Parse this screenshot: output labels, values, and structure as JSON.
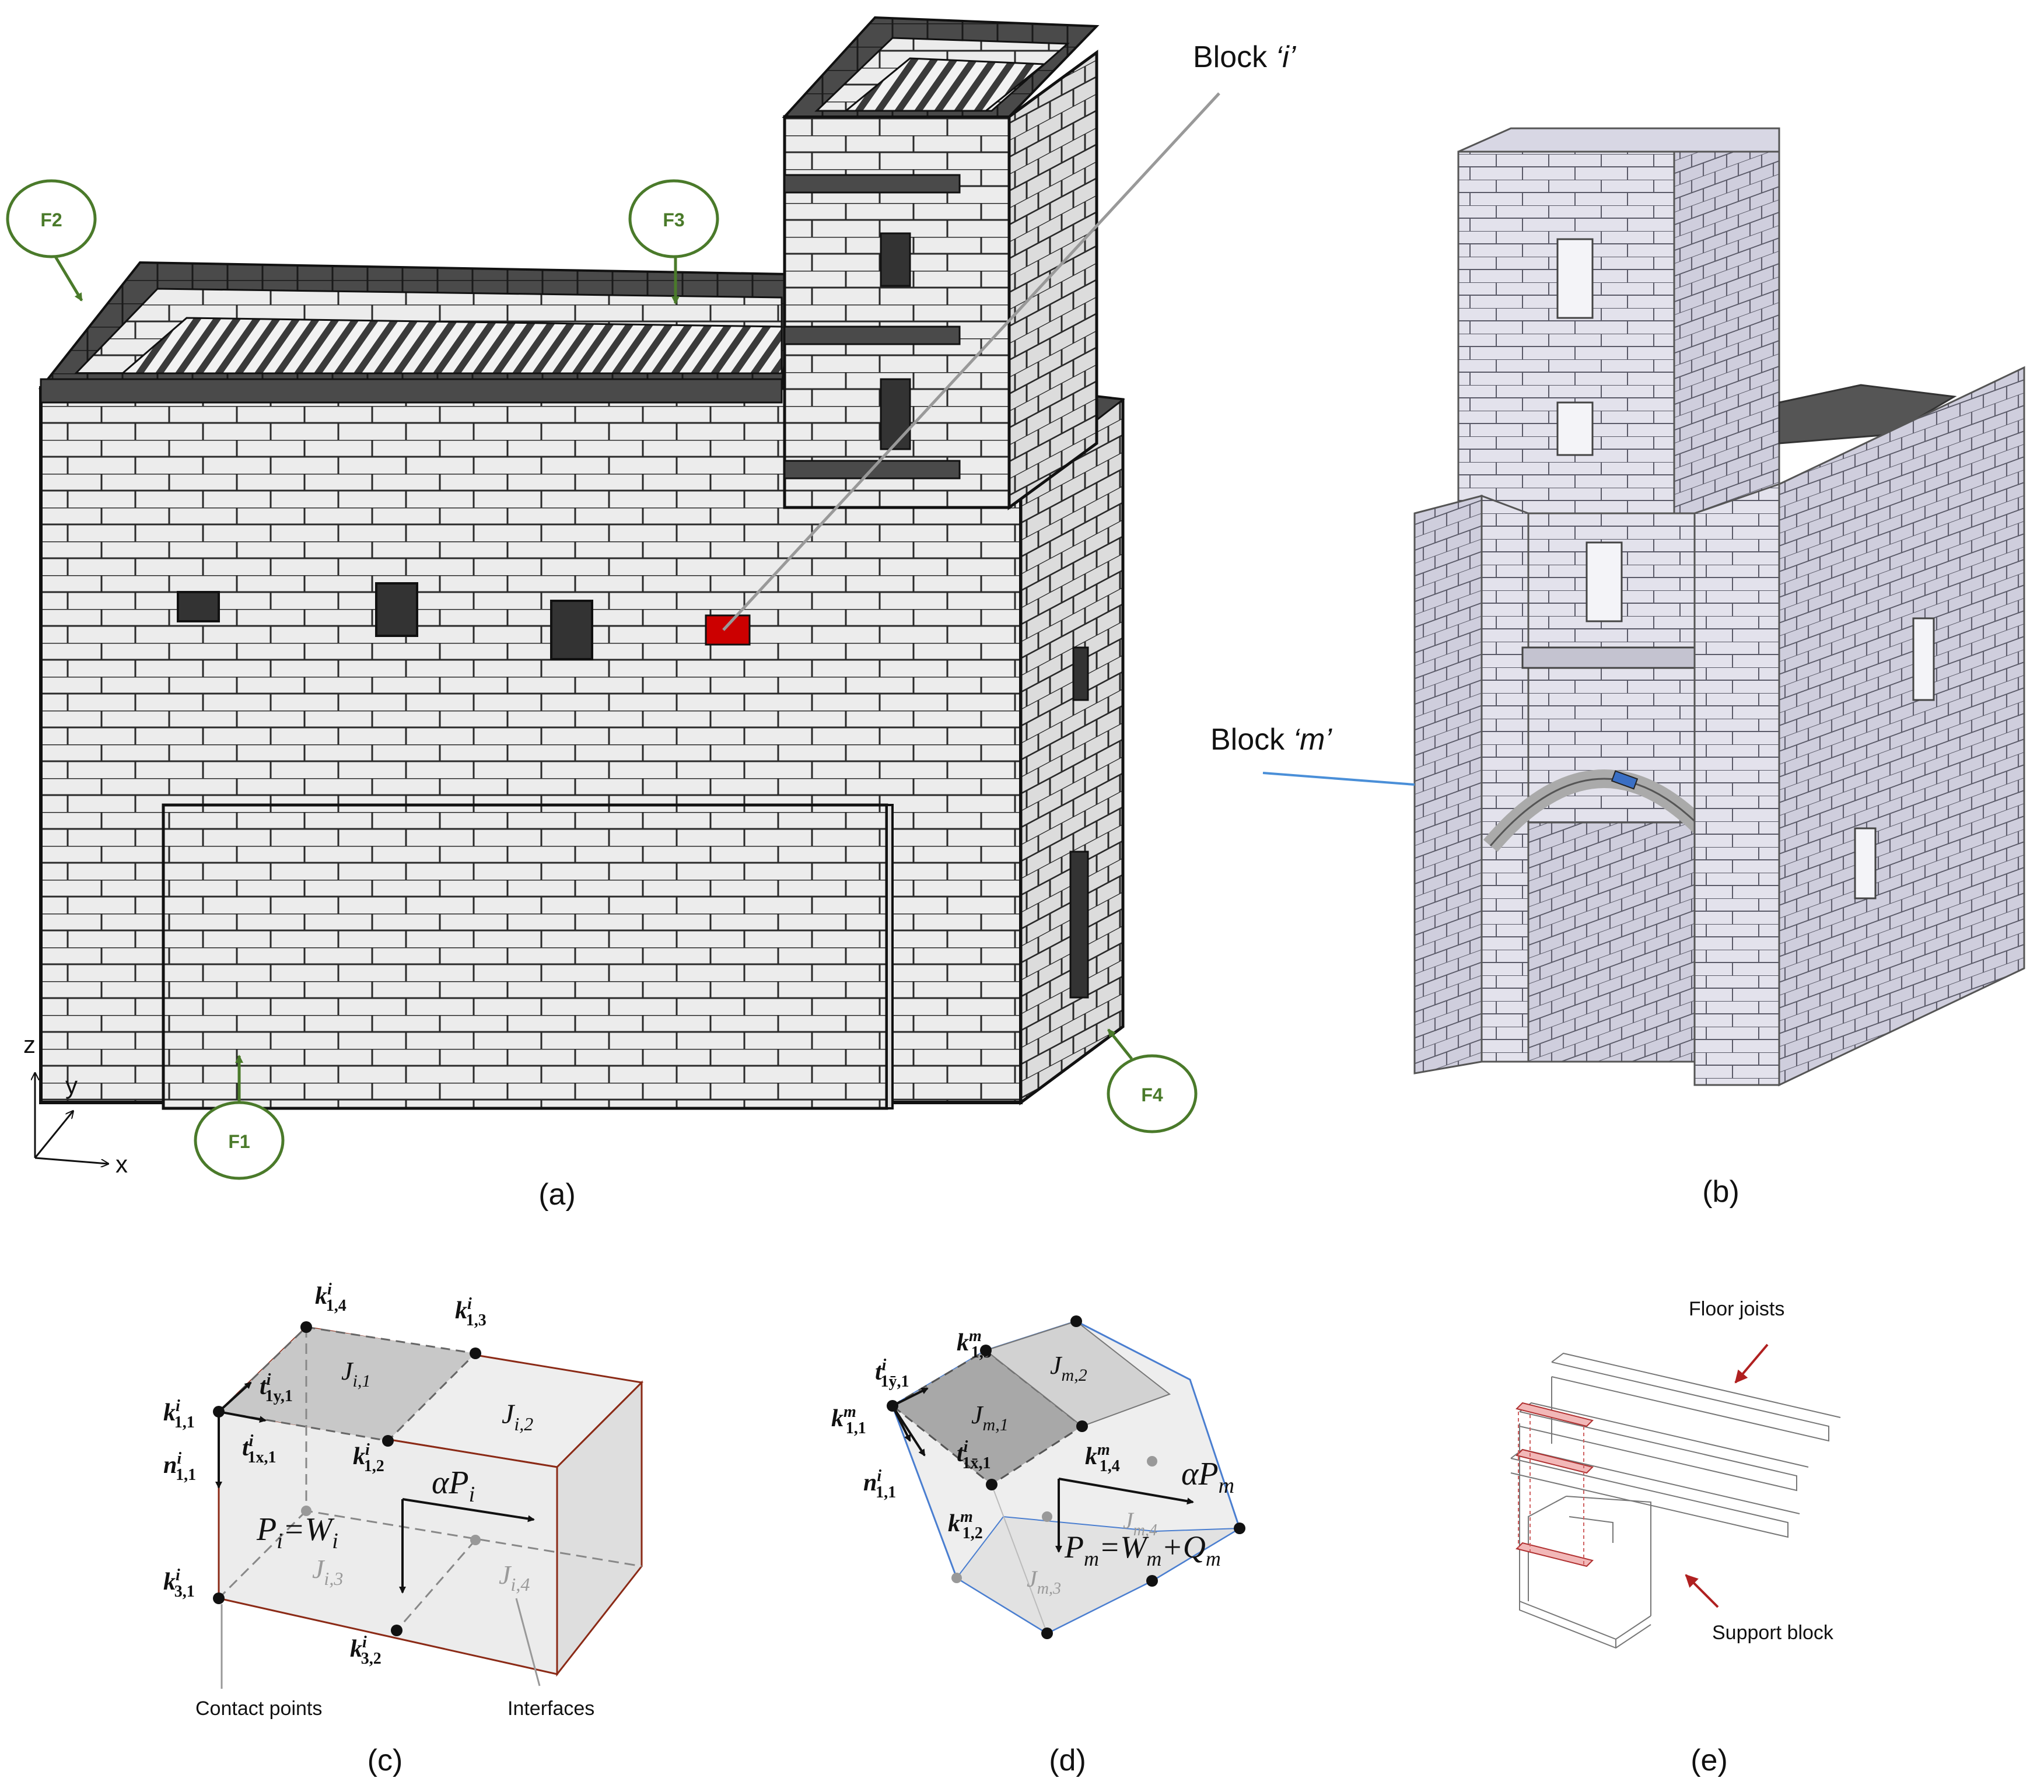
{
  "panels": {
    "a": {
      "caption": "(a)",
      "block_label_pre": "Block ",
      "block_label_var": "‘i’",
      "forces": [
        "F1",
        "F2",
        "F3",
        "F4"
      ],
      "axes": [
        "z",
        "y",
        "x"
      ],
      "highlight_color": "#cc0000"
    },
    "b": {
      "caption": "(b)",
      "block_label_pre": "Block ",
      "block_label_var": "‘m’",
      "highlight_color": "#3a6fc4"
    },
    "c": {
      "caption": "(c)",
      "labels": {
        "k14": "k",
        "k14_sup": "i",
        "k14_sub": "1,4",
        "k13": "k",
        "k13_sup": "i",
        "k13_sub": "1,3",
        "k11": "k",
        "k11_sup": "i",
        "k11_sub": "1,1",
        "k12": "k",
        "k12_sup": "i",
        "k12_sub": "1,2",
        "k31": "k",
        "k31_sup": "i",
        "k31_sub": "3,1",
        "k32": "k",
        "k32_sup": "i",
        "k32_sub": "3,2",
        "t1y": "t",
        "t1y_sup": "i",
        "t1y_sub": "1y,1",
        "t1x": "t",
        "t1x_sup": "i",
        "t1x_sub": "1x,1",
        "n11": "n",
        "n11_sup": "i",
        "n11_sub": "1,1",
        "J1": "J",
        "J1_sub": "i,1",
        "J2": "J",
        "J2_sub": "i,2",
        "J3": "J",
        "J3_sub": "i,3",
        "J4": "J",
        "J4_sub": "i,4",
        "alphaP": "αP",
        "alphaP_sub": "i",
        "PW": "P",
        "PW_sub1": "i",
        "PW_mid": "=W",
        "PW_sub2": "i"
      },
      "contact_points": "Contact points",
      "interfaces": "Interfaces",
      "edge_color": "#8b2a16"
    },
    "d": {
      "caption": "(d)",
      "labels": {
        "k13": "k",
        "k13_sup": "m",
        "k13_sub": "1,3",
        "t1y": "t",
        "t1y_sup": "i",
        "t1y_sub": "1ȳ,1",
        "k11": "k",
        "k11_sup": "m",
        "k11_sub": "1,1",
        "n11": "n",
        "n11_sup": "i",
        "n11_sub": "1,1",
        "t1x": "t",
        "t1x_sup": "i",
        "t1x_sub": "1x̄,1",
        "k14": "k",
        "k14_sup": "m",
        "k14_sub": "1,4",
        "k12": "k",
        "k12_sup": "m",
        "k12_sub": "1,2",
        "J1": "J",
        "J1_sub": "m,1",
        "J2": "J",
        "J2_sub": "m,2",
        "J3": "J",
        "J3_sub": "m,3",
        "J4": "J",
        "J4_sub": "m,4",
        "alphaP": "αP",
        "alphaP_sub": "m",
        "PWQ": "P",
        "PWQ_sub1": "m",
        "PWQ_mid1": "=W",
        "PWQ_sub2": "m",
        "PWQ_mid2": "+Q",
        "PWQ_sub3": "m"
      },
      "edge_color": "#4a7ed0"
    },
    "e": {
      "caption": "(e)",
      "floor_joists": "Floor joists",
      "support_block": "Support block",
      "arrow_color": "#b02020"
    }
  }
}
